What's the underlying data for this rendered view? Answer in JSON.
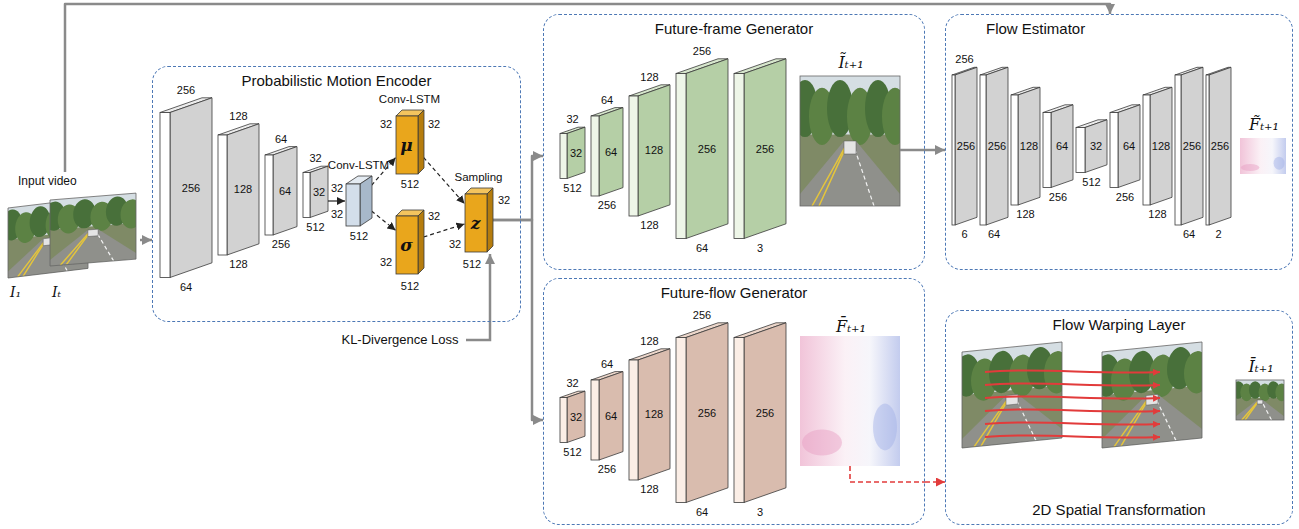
{
  "diagram": {
    "nodes": [
      {
        "text": [
          "Input video",
          "I₁",
          "Iₜ"
        ]
      },
      {
        "text": [
          "Probabilistic Motion Encoder"
        ]
      },
      {
        "text": [
          "Conv-LSTM"
        ],
        "in": 1
      },
      {
        "text": [
          "Conv-LSTM",
          "μ"
        ],
        "in": 1
      },
      {
        "text": [
          "σ"
        ],
        "in": 1
      },
      {
        "text": [
          "Sampling",
          "z"
        ],
        "in": 1
      },
      {
        "text": [
          "Future-frame Generator",
          "Ĩₜ₊₁"
        ]
      },
      {
        "text": [
          "Flow Estimator",
          "F̃ₜ₊₁"
        ]
      },
      {
        "text": [
          "Future-flow Generator",
          "F̄ₜ₊₁"
        ]
      },
      {
        "text": [
          "Flow Warping Layer",
          "Īₜ₊₁",
          "2D Spatial Transformation"
        ]
      }
    ],
    "edges": [
      {
        "from": 0,
        "to": 1,
        "arrow": "to"
      },
      {
        "from": 0,
        "to": 7,
        "arrow": "to"
      },
      {
        "from": 2,
        "to": 3,
        "arrow": "to"
      },
      {
        "from": 2,
        "to": 4,
        "arrow": "to"
      },
      {
        "from": 3,
        "to": 5,
        "arrow": "to"
      },
      {
        "from": 4,
        "to": 5,
        "arrow": "to"
      },
      {
        "from": 5,
        "to": 6,
        "arrow": "to"
      },
      {
        "from": 5,
        "to": 8,
        "arrow": "to"
      },
      {
        "from": 6,
        "to": 7,
        "arrow": "to"
      },
      {
        "from": 8,
        "to": 9,
        "arrow": "to"
      }
    ],
    "labels": [
      "KL-Divergence Loss",
      "256",
      "256",
      "64",
      "128",
      "128",
      "128",
      "64",
      "64",
      "256",
      "32",
      "32",
      "512",
      "32",
      "32",
      "512",
      "32",
      "32",
      "512",
      "32",
      "32",
      "512",
      "32",
      "32",
      "512",
      "32",
      "32",
      "512",
      "64",
      "64",
      "256",
      "128",
      "128",
      "128",
      "256",
      "256",
      "64",
      "256",
      "3",
      "256",
      "256",
      "6",
      "256",
      "64",
      "128",
      "128",
      "64",
      "256",
      "32",
      "512",
      "64",
      "256",
      "128",
      "128",
      "256",
      "64",
      "256",
      "2",
      "32",
      "32",
      "512",
      "64",
      "64",
      "256",
      "128",
      "128",
      "128",
      "256",
      "256",
      "64",
      "256",
      "3"
    ]
  }
}
